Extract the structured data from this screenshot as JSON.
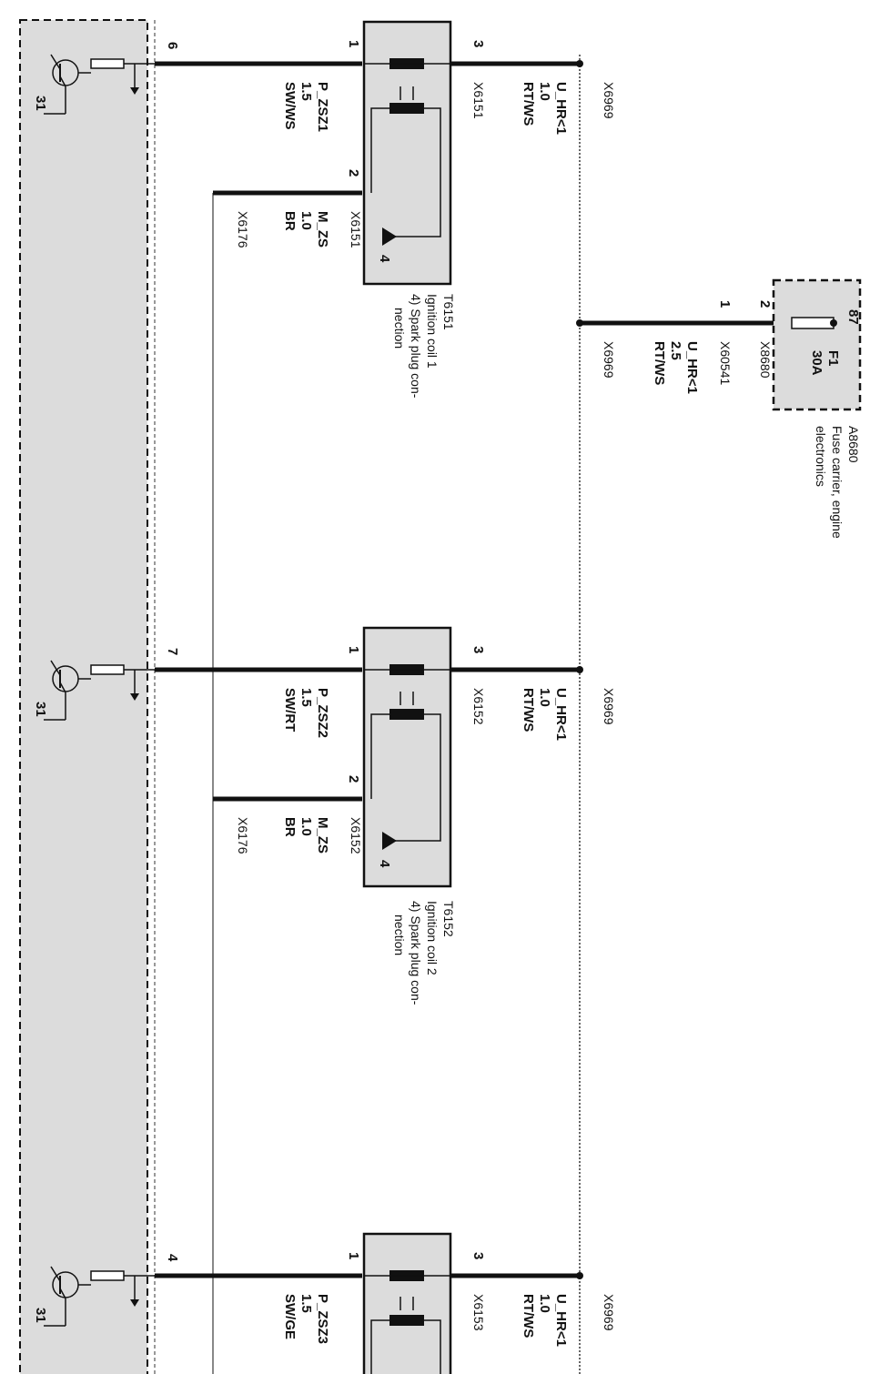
{
  "ecu": {
    "pins": [
      "6",
      "7",
      "4"
    ],
    "ground_label": "31"
  },
  "coils": [
    {
      "id": "T6151",
      "name": "Ignition coil 1",
      "note_line1": "4) Spark plug con-",
      "note_line2": "nection",
      "pin1": "1",
      "pin2": "2",
      "pin3": "3",
      "pin4": "4",
      "wire_p_name": "P_ZSZ1",
      "wire_p_size": "1.5",
      "wire_p_color": "SW/WS",
      "wire_m_conn": "X6151",
      "wire_m_name": "M_ZS",
      "wire_m_size": "1.0",
      "wire_m_color": "BR",
      "ground_conn": "X6176",
      "wire_u_conn": "X6151",
      "wire_u_name": "U_HR<1",
      "wire_u_size": "1.0",
      "wire_u_color": "RT/WS",
      "splice": "X6969"
    },
    {
      "id": "T6152",
      "name": "Ignition coil 2",
      "note_line1": "4) Spark plug con-",
      "note_line2": "nection",
      "pin1": "1",
      "pin2": "2",
      "pin3": "3",
      "pin4": "4",
      "wire_p_name": "P_ZSZ2",
      "wire_p_size": "1.5",
      "wire_p_color": "SW/RT",
      "wire_m_conn": "X6152",
      "wire_m_name": "M_ZS",
      "wire_m_size": "1.0",
      "wire_m_color": "BR",
      "ground_conn": "X6176",
      "wire_u_conn": "X6152",
      "wire_u_name": "U_HR<1",
      "wire_u_size": "1.0",
      "wire_u_color": "RT/WS",
      "splice": "X6969"
    },
    {
      "id": "",
      "name": "",
      "note_line1": "",
      "note_line2": "",
      "pin1": "1",
      "pin2": "",
      "pin3": "3",
      "pin4": "",
      "wire_p_name": "P_ZSZ3",
      "wire_p_size": "1.5",
      "wire_p_color": "SW/GE",
      "wire_m_conn": "",
      "wire_m_name": "",
      "wire_m_size": "",
      "wire_m_color": "",
      "ground_conn": "",
      "wire_u_conn": "X6153",
      "wire_u_name": "U_HR<1",
      "wire_u_size": "1.0",
      "wire_u_color": "RT/WS",
      "splice": "X6969"
    }
  ],
  "supply": {
    "splice": "X6969",
    "conn1": "X60541",
    "conn1_pin": "1",
    "wire_name": "U_HR<1",
    "wire_size": "2.5",
    "wire_color": "RT/WS",
    "conn2": "X8680",
    "conn2_pin": "2"
  },
  "fuse": {
    "id": "A8680",
    "name_line1": "Fuse carrier, engine",
    "name_line2": "electronics",
    "fuse_name": "F1",
    "fuse_rating": "30A",
    "terminal": "87"
  }
}
